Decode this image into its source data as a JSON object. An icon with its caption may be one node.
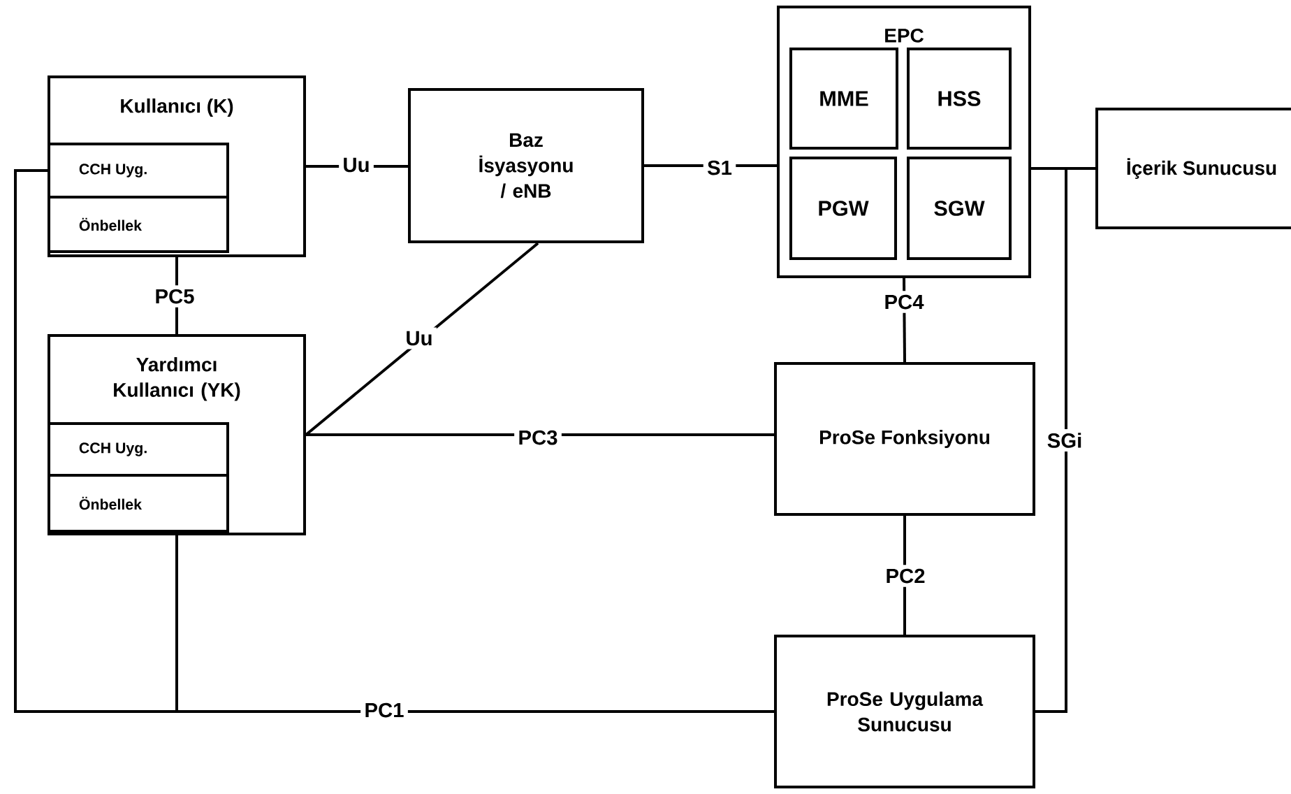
{
  "diagram": {
    "nodes": [
      {
        "text": [
          "Kullanıcı (K)"
        ]
      },
      {
        "text": [
          "CCH Uyg."
        ],
        "in": 0
      },
      {
        "text": [
          "Önbellek"
        ],
        "in": 0
      },
      {
        "text": [
          "Baz İsyasyonu / eNB"
        ]
      },
      {
        "text": [
          "EPC"
        ]
      },
      {
        "text": [
          "MME"
        ],
        "in": 4
      },
      {
        "text": [
          "HSS"
        ],
        "in": 4
      },
      {
        "text": [
          "PGW"
        ],
        "in": 4
      },
      {
        "text": [
          "SGW"
        ],
        "in": 4
      },
      {
        "text": [
          "İçerik Sunucusu"
        ]
      },
      {
        "text": [
          "Yardımcı Kullanıcı (YK)"
        ]
      },
      {
        "text": [
          "CCH Uyg."
        ],
        "in": 10
      },
      {
        "text": [
          "Önbellek"
        ],
        "in": 10
      },
      {
        "text": [
          "ProSe Fonksiyonu"
        ]
      },
      {
        "text": [
          "ProSe Uygulama Sunucusu"
        ]
      }
    ],
    "edges": [
      {
        "from": 0,
        "to": 3,
        "arrow": "none",
        "label": "Uu"
      },
      {
        "from": 3,
        "to": 4,
        "arrow": "none",
        "label": "S1"
      },
      {
        "from": 0,
        "to": 10,
        "arrow": "none",
        "label": "PC5"
      },
      {
        "from": 10,
        "to": 3,
        "arrow": "none",
        "label": "Uu"
      },
      {
        "from": 10,
        "to": 13,
        "arrow": "none",
        "label": "PC3"
      },
      {
        "from": 4,
        "to": 13,
        "arrow": "none",
        "label": "PC4"
      },
      {
        "from": 13,
        "to": 14,
        "arrow": "none",
        "label": "PC2"
      },
      {
        "from": 10,
        "to": 14,
        "arrow": "none",
        "label": "PC1"
      },
      {
        "from": 1,
        "to": 14,
        "arrow": "none"
      },
      {
        "from": 4,
        "to": 9,
        "arrow": "none"
      },
      {
        "from": 14,
        "to": 9,
        "arrow": "none",
        "label": "SGi"
      }
    ]
  }
}
